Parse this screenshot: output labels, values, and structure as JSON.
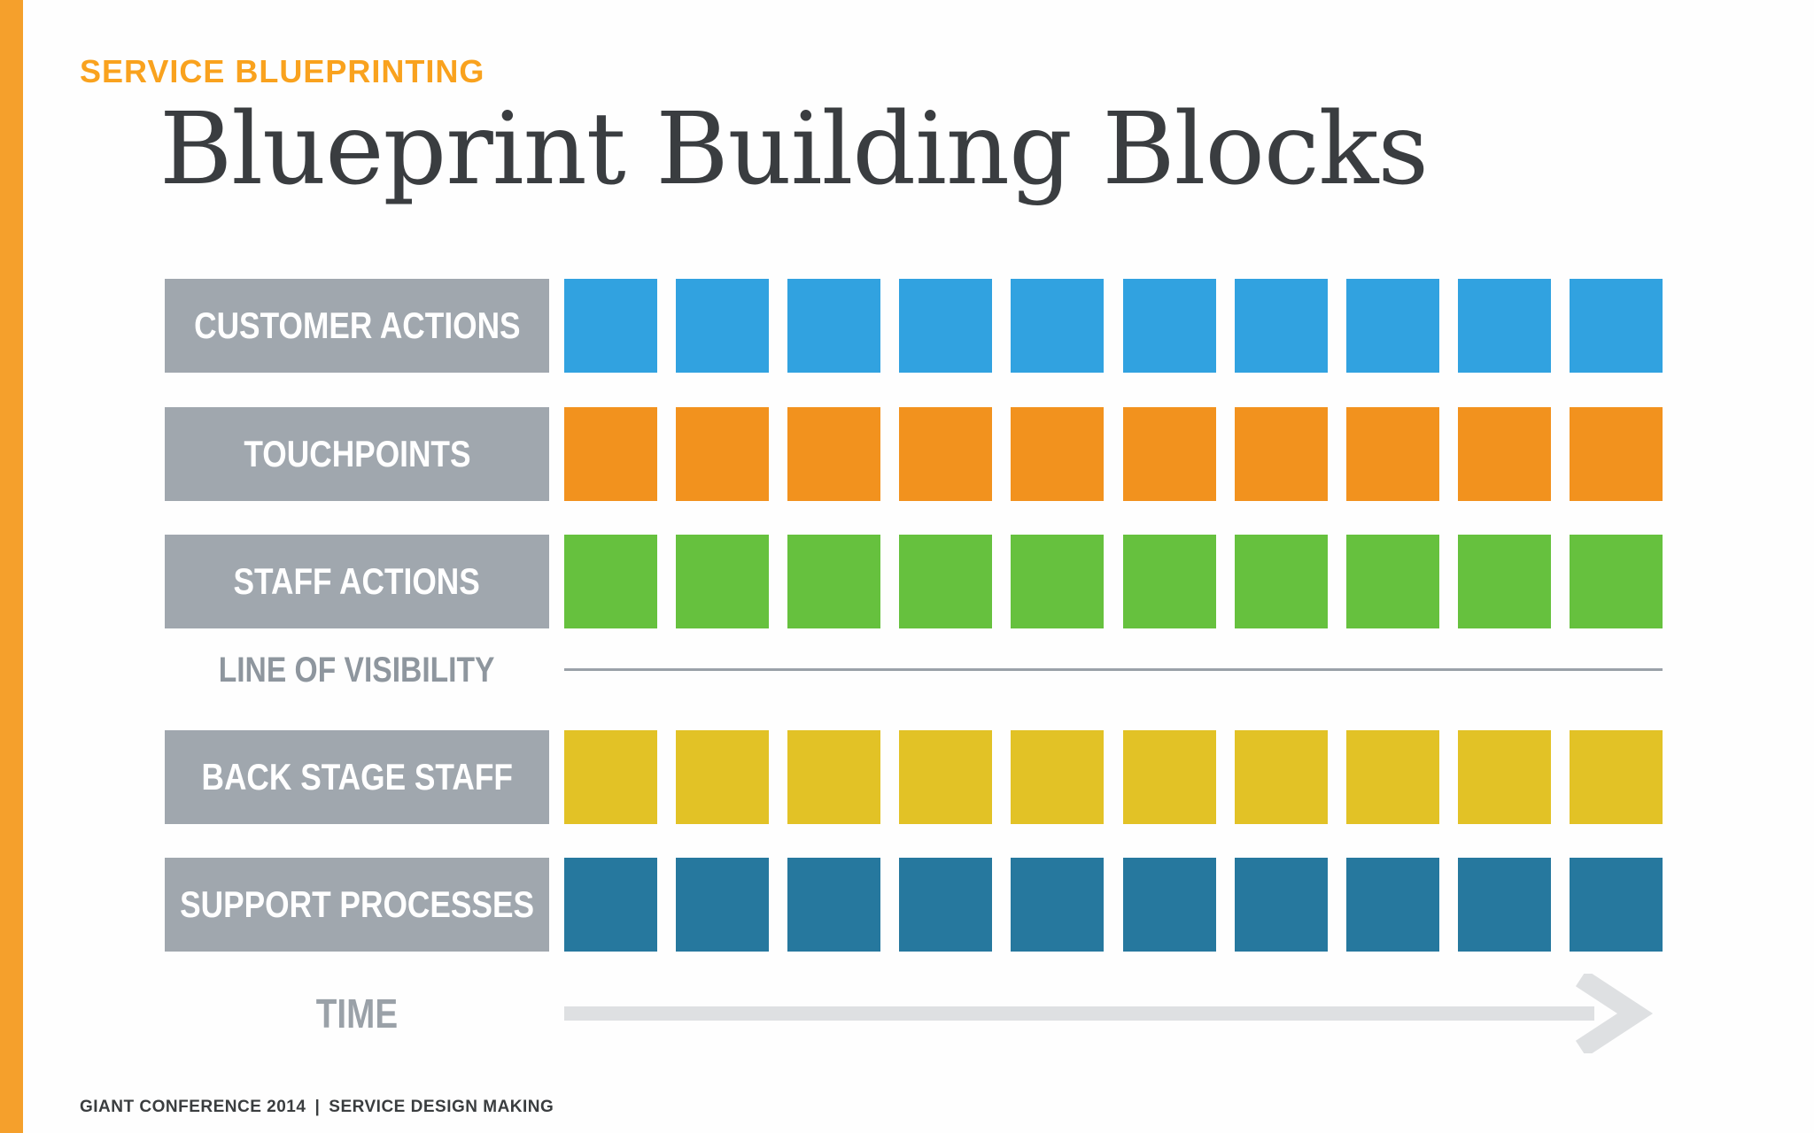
{
  "slide": {
    "eyebrow": "SERVICE BLUEPRINTING",
    "title": "Blueprint Building Blocks",
    "footer": {
      "left": "GIANT CONFERENCE 2014",
      "separator": "|",
      "right": "SERVICE DESIGN MAKING"
    }
  },
  "blueprint": {
    "columns": 10,
    "time_label": "TIME",
    "rows": [
      {
        "id": "customer-actions",
        "label": "CUSTOMER ACTIONS",
        "type": "blocks",
        "color": "#31A2E0"
      },
      {
        "id": "touchpoints",
        "label": "TOUCHPOINTS",
        "type": "blocks",
        "color": "#F2921E"
      },
      {
        "id": "staff-actions",
        "label": "STAFF ACTIONS",
        "type": "blocks",
        "color": "#66C13E"
      },
      {
        "id": "line-of-visibility",
        "label": "LINE OF VISIBILITY",
        "type": "divider"
      },
      {
        "id": "back-stage-staff",
        "label": "BACK STAGE STAFF",
        "type": "blocks",
        "color": "#E2C226"
      },
      {
        "id": "support-processes",
        "label": "SUPPORT PROCESSES",
        "type": "blocks",
        "color": "#26789E"
      }
    ]
  },
  "colors": {
    "accent_bar": "#F5A02C",
    "eyebrow_text": "#F9A21E",
    "title_text": "#3A3D40",
    "label_box": "#A0A7AE",
    "label_text": "#FFFFFF",
    "divider_text": "#8E969E",
    "divider_line": "#9AA1A8",
    "time_text": "#9AA1A8",
    "arrow": "#DEE0E2",
    "footer_text": "#3A3D3F",
    "background": "#FEFEFE"
  }
}
